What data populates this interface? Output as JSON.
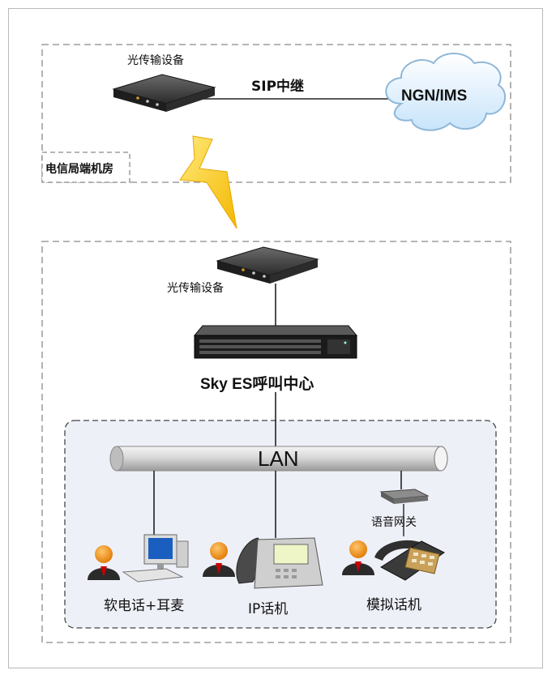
{
  "top_zone": {
    "room_label": "电信局端机房",
    "optical_device_label": "光传输设备",
    "trunk_label": "SIP中继",
    "cloud_label": "NGN/IMS"
  },
  "customer_zone": {
    "optical_device_label": "光传输设备",
    "server_label": "Sky ES呼叫中心",
    "lan_label": "LAN",
    "gateway_label": "语音网关",
    "endpoints": [
      {
        "label": "软电话+耳麦"
      },
      {
        "label": "IP话机"
      },
      {
        "label": "模拟话机"
      }
    ]
  },
  "colors": {
    "dash_border": "#8a8a8a",
    "lightning": "#f5c400",
    "cloud_fill": "#dff0ff",
    "lan_pipe": "#d7d7d7",
    "person_head": "#f29000",
    "inner_zone_fill": "#eef0f8"
  }
}
